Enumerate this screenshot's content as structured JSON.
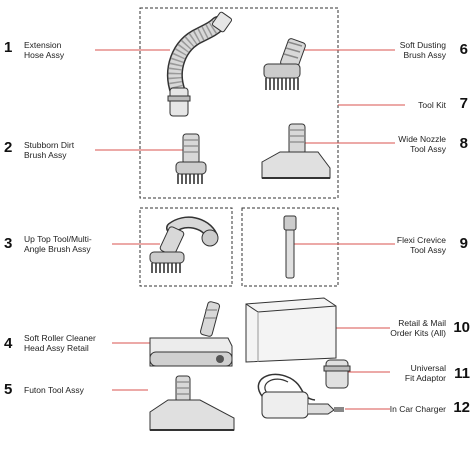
{
  "parts": [
    {
      "number": "1",
      "label": "Extension\nHose Assy"
    },
    {
      "number": "2",
      "label": "Stubborn Dirt\nBrush Assy"
    },
    {
      "number": "3",
      "label": "Up Top Tool/Multi-\nAngle Brush Assy"
    },
    {
      "number": "4",
      "label": "Soft Roller Cleaner\nHead Assy Retail"
    },
    {
      "number": "5",
      "label": "Futon Tool Assy"
    },
    {
      "number": "6",
      "label": "Soft Dusting\nBrush Assy"
    },
    {
      "number": "7",
      "label": "Tool Kit"
    },
    {
      "number": "8",
      "label": "Wide Nozzle\nTool Assy"
    },
    {
      "number": "9",
      "label": "Flexi Crevice\nTool Assy"
    },
    {
      "number": "10",
      "label": "Retail & Mail\nOrder Kits (All)"
    },
    {
      "number": "11",
      "label": "Universal\nFit Adaptor"
    },
    {
      "number": "12",
      "label": "In Car Charger"
    }
  ],
  "colors": {
    "callout_line": "#d9534f",
    "box_border": "#333333",
    "part_fill": "#d8d8d8",
    "part_stroke": "#333333"
  }
}
